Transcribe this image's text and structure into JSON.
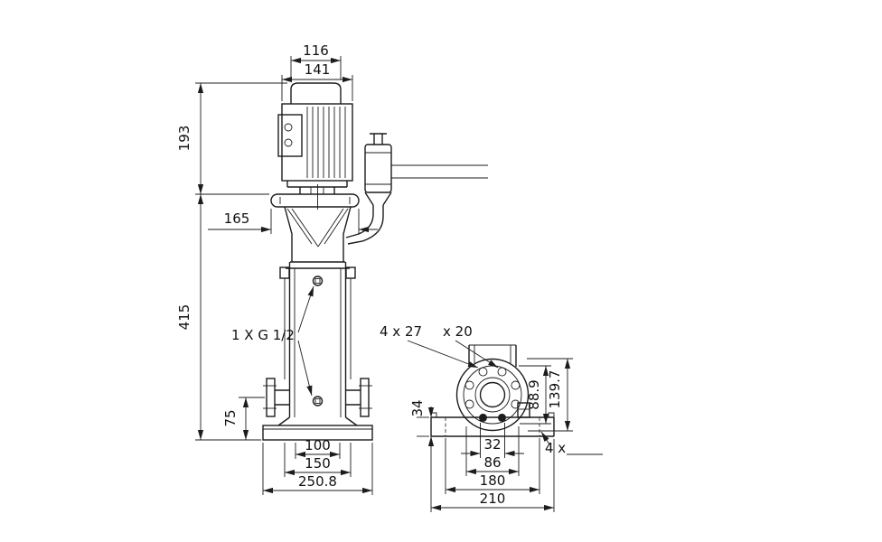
{
  "canvas": {
    "background": "#ffffff",
    "line_color": "#1c1c1c"
  },
  "front_view": {
    "dim_fan_cover_width": "116",
    "dim_motor_width": "141",
    "dim_motor_height": "193",
    "dim_flange_plate_width": "165",
    "dim_pump_height": "415",
    "dim_port_height": "75",
    "dim_inner_width": "100",
    "dim_foot_width": "150",
    "dim_base_width": "250.8",
    "port_callout": "1 X G 1/2"
  },
  "end_view": {
    "hole_callout": "4 x 27",
    "hole_callout_2": "x 20",
    "dim_base_height": "34",
    "dim_sleeve_diameter": "88.9",
    "dim_flange_diameter": "139.7",
    "dim_bore_width": "32",
    "dim_face_width": "86",
    "dim_hole_spacing": "180",
    "dim_base_plate_width": "210",
    "base_hole_callout": "4 x"
  }
}
